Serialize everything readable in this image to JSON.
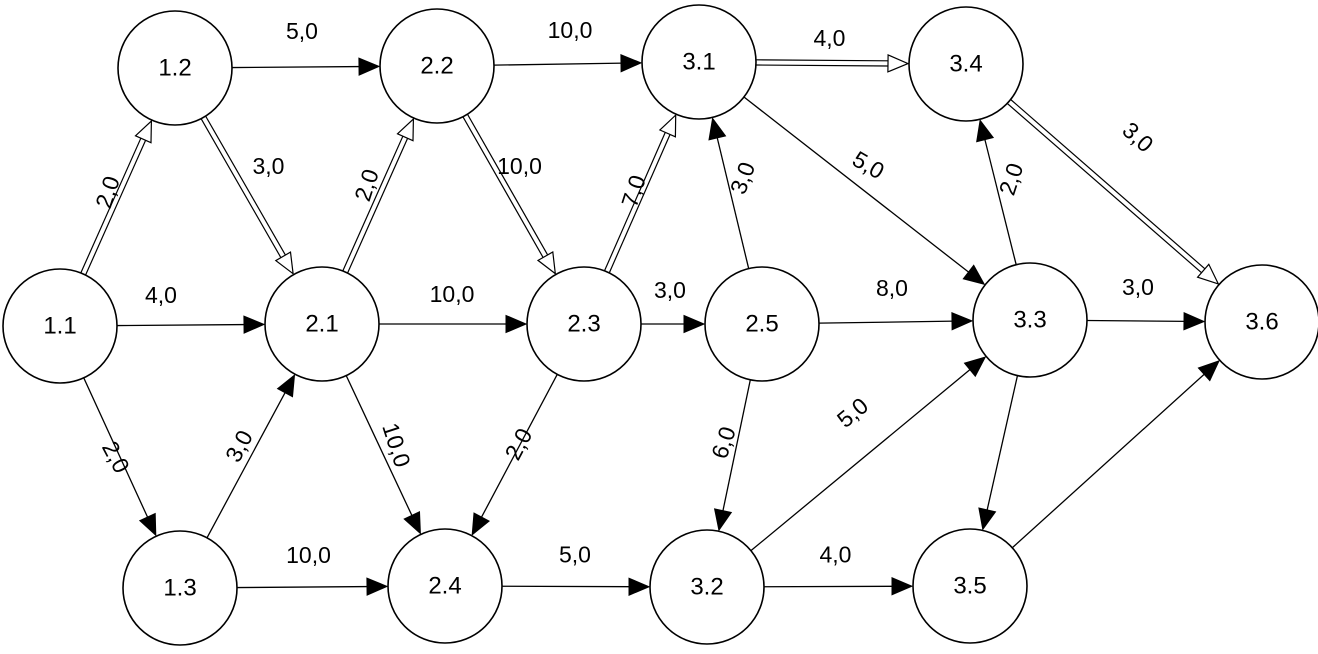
{
  "nodes": [
    {
      "id": "1.1",
      "label": "1.1"
    },
    {
      "id": "1.2",
      "label": "1.2"
    },
    {
      "id": "1.3",
      "label": "1.3"
    },
    {
      "id": "2.1",
      "label": "2.1"
    },
    {
      "id": "2.2",
      "label": "2.2"
    },
    {
      "id": "2.3",
      "label": "2.3"
    },
    {
      "id": "2.4",
      "label": "2.4"
    },
    {
      "id": "2.5",
      "label": "2.5"
    },
    {
      "id": "3.1",
      "label": "3.1"
    },
    {
      "id": "3.2",
      "label": "3.2"
    },
    {
      "id": "3.3",
      "label": "3.3"
    },
    {
      "id": "3.4",
      "label": "3.4"
    },
    {
      "id": "3.5",
      "label": "3.5"
    },
    {
      "id": "3.6",
      "label": "3.6"
    }
  ],
  "edges": [
    {
      "from": "1.1",
      "to": "1.2",
      "label": "2,0",
      "style": "double"
    },
    {
      "from": "1.1",
      "to": "2.1",
      "label": "4,0",
      "style": "single"
    },
    {
      "from": "1.1",
      "to": "1.3",
      "label": "2,0",
      "style": "single"
    },
    {
      "from": "1.2",
      "to": "2.2",
      "label": "5,0",
      "style": "single"
    },
    {
      "from": "1.2",
      "to": "2.1",
      "label": "3,0",
      "style": "double"
    },
    {
      "from": "1.3",
      "to": "2.1",
      "label": "3,0",
      "style": "single"
    },
    {
      "from": "1.3",
      "to": "2.4",
      "label": "10,0",
      "style": "single"
    },
    {
      "from": "2.1",
      "to": "2.2",
      "label": "2,0",
      "style": "double"
    },
    {
      "from": "2.1",
      "to": "2.3",
      "label": "10,0",
      "style": "single"
    },
    {
      "from": "2.1",
      "to": "2.4",
      "label": "10,0",
      "style": "single"
    },
    {
      "from": "2.2",
      "to": "3.1",
      "label": "10,0",
      "style": "single"
    },
    {
      "from": "2.2",
      "to": "2.3",
      "label": "10,0",
      "style": "double"
    },
    {
      "from": "2.3",
      "to": "3.1",
      "label": "7,0",
      "style": "double"
    },
    {
      "from": "2.3",
      "to": "2.5",
      "label": "3,0",
      "style": "single"
    },
    {
      "from": "2.3",
      "to": "2.4",
      "label": "2,0",
      "style": "single"
    },
    {
      "from": "2.4",
      "to": "3.2",
      "label": "5,0",
      "style": "single"
    },
    {
      "from": "2.5",
      "to": "3.1",
      "label": "3,0",
      "style": "single"
    },
    {
      "from": "2.5",
      "to": "3.3",
      "label": "8,0",
      "style": "single"
    },
    {
      "from": "2.5",
      "to": "3.2",
      "label": "6,0",
      "style": "single"
    },
    {
      "from": "3.1",
      "to": "3.4",
      "label": "4,0",
      "style": "double"
    },
    {
      "from": "3.1",
      "to": "3.3",
      "label": "5,0",
      "style": "single"
    },
    {
      "from": "3.2",
      "to": "3.3",
      "label": "5,0",
      "style": "single"
    },
    {
      "from": "3.2",
      "to": "3.5",
      "label": "4,0",
      "style": "single"
    },
    {
      "from": "3.3",
      "to": "3.4",
      "label": "2,0",
      "style": "single"
    },
    {
      "from": "3.3",
      "to": "3.6",
      "label": "3,0",
      "style": "single"
    },
    {
      "from": "3.3",
      "to": "3.5",
      "label": "",
      "style": "single"
    },
    {
      "from": "3.4",
      "to": "3.6",
      "label": "3,0",
      "style": "double"
    },
    {
      "from": "3.5",
      "to": "3.6",
      "label": "",
      "style": "single"
    }
  ]
}
